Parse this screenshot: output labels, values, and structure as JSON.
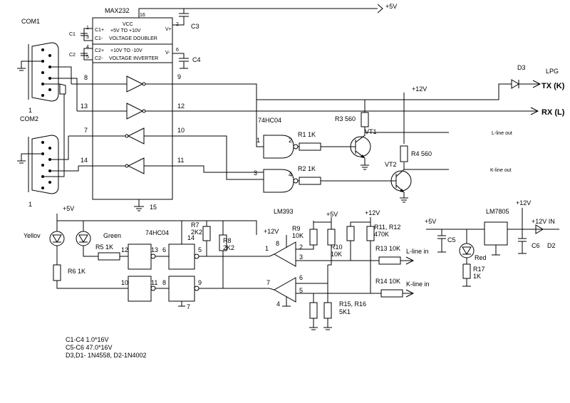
{
  "chips": {
    "max232": {
      "name": "MAX232",
      "pin16": "16",
      "pin15": "15",
      "vcc": "VCC",
      "vcc_range": "+5V TO +10V",
      "doubler": "VOLTAGE DOUBLER",
      "range2": "+10V TO -10V",
      "inverter": "VOLTAGE INVERTER",
      "c1p": "C1+",
      "c1m": "C1-",
      "c2p": "C2+",
      "c2m": "C2-",
      "vp": "V+",
      "vm": "V-",
      "p1": "1",
      "p2": "2",
      "p3": "3",
      "p4": "4",
      "p5": "5",
      "p6": "6",
      "p8": "8",
      "p9": "9",
      "p10": "10",
      "p11": "11",
      "p12": "12",
      "p13": "13",
      "p7": "7",
      "p14": "14"
    },
    "hc04_top": "74HC04",
    "hc04_bottom": "74HC04",
    "lm393": "LM393",
    "lm7805": "LM7805"
  },
  "connectors": {
    "com1": "COM1",
    "com2": "COM2",
    "com1_pin": "1",
    "com2_pin": "1"
  },
  "caps": {
    "c1": "C1",
    "c2": "C2",
    "c3": "C3",
    "c4": "C4",
    "c5": "C5",
    "c6": "C6"
  },
  "rails": {
    "p5v": "+5V",
    "p12v": "+12V",
    "p12vin": "+12V IN"
  },
  "resistors": {
    "r1": "R1 1K",
    "r2": "R2 1K",
    "r3": "R3 560",
    "r4": "R4 560",
    "r5": "R5 1K",
    "r6": "R6 1K",
    "r7": "R7",
    "r7v": "2K2",
    "r8": "R8",
    "r8v": "2K2",
    "r9": "R9",
    "r9v": "10K",
    "r10": "R10",
    "r10v": "10K",
    "r1112": "R11, R12",
    "r1112v": "470K",
    "r13": "R13 10K",
    "r14": "R14 10K",
    "r1516": "R15, R16",
    "r1516v": "5K1",
    "r17": "R17",
    "r17v": "1K"
  },
  "transistors": {
    "vt1": "VT1",
    "vt2": "VT2"
  },
  "diodes": {
    "d2": "D2",
    "d3": "D3"
  },
  "leds": {
    "yellow": "Yellov",
    "green": "Green",
    "red": "Red"
  },
  "signals": {
    "lpg": "LPG",
    "tx": "TX (K)",
    "rx": "RX (L)",
    "l_out": "L-line out",
    "k_out": "K-line out",
    "l_in": "L-line in",
    "k_in": "K-line in"
  },
  "pins": {
    "g1": "1",
    "g2": "2",
    "g3": "3",
    "g4": "4",
    "b12": "12",
    "b13": "13",
    "b6": "6",
    "b14": "14",
    "b5": "5",
    "b10": "10",
    "b11": "11",
    "b8": "8",
    "b9": "9",
    "b7": "7",
    "c8": "8",
    "c2": "2",
    "c3": "3",
    "c1": "1",
    "c6": "6",
    "c5": "5",
    "c7": "7",
    "c4": "4"
  },
  "notes": {
    "n1": "C1-C4 1.0*16V",
    "n2": "C5-C6 47.0*16V",
    "n3": "D3,D1- 1N4558,  D2-1N4002"
  }
}
